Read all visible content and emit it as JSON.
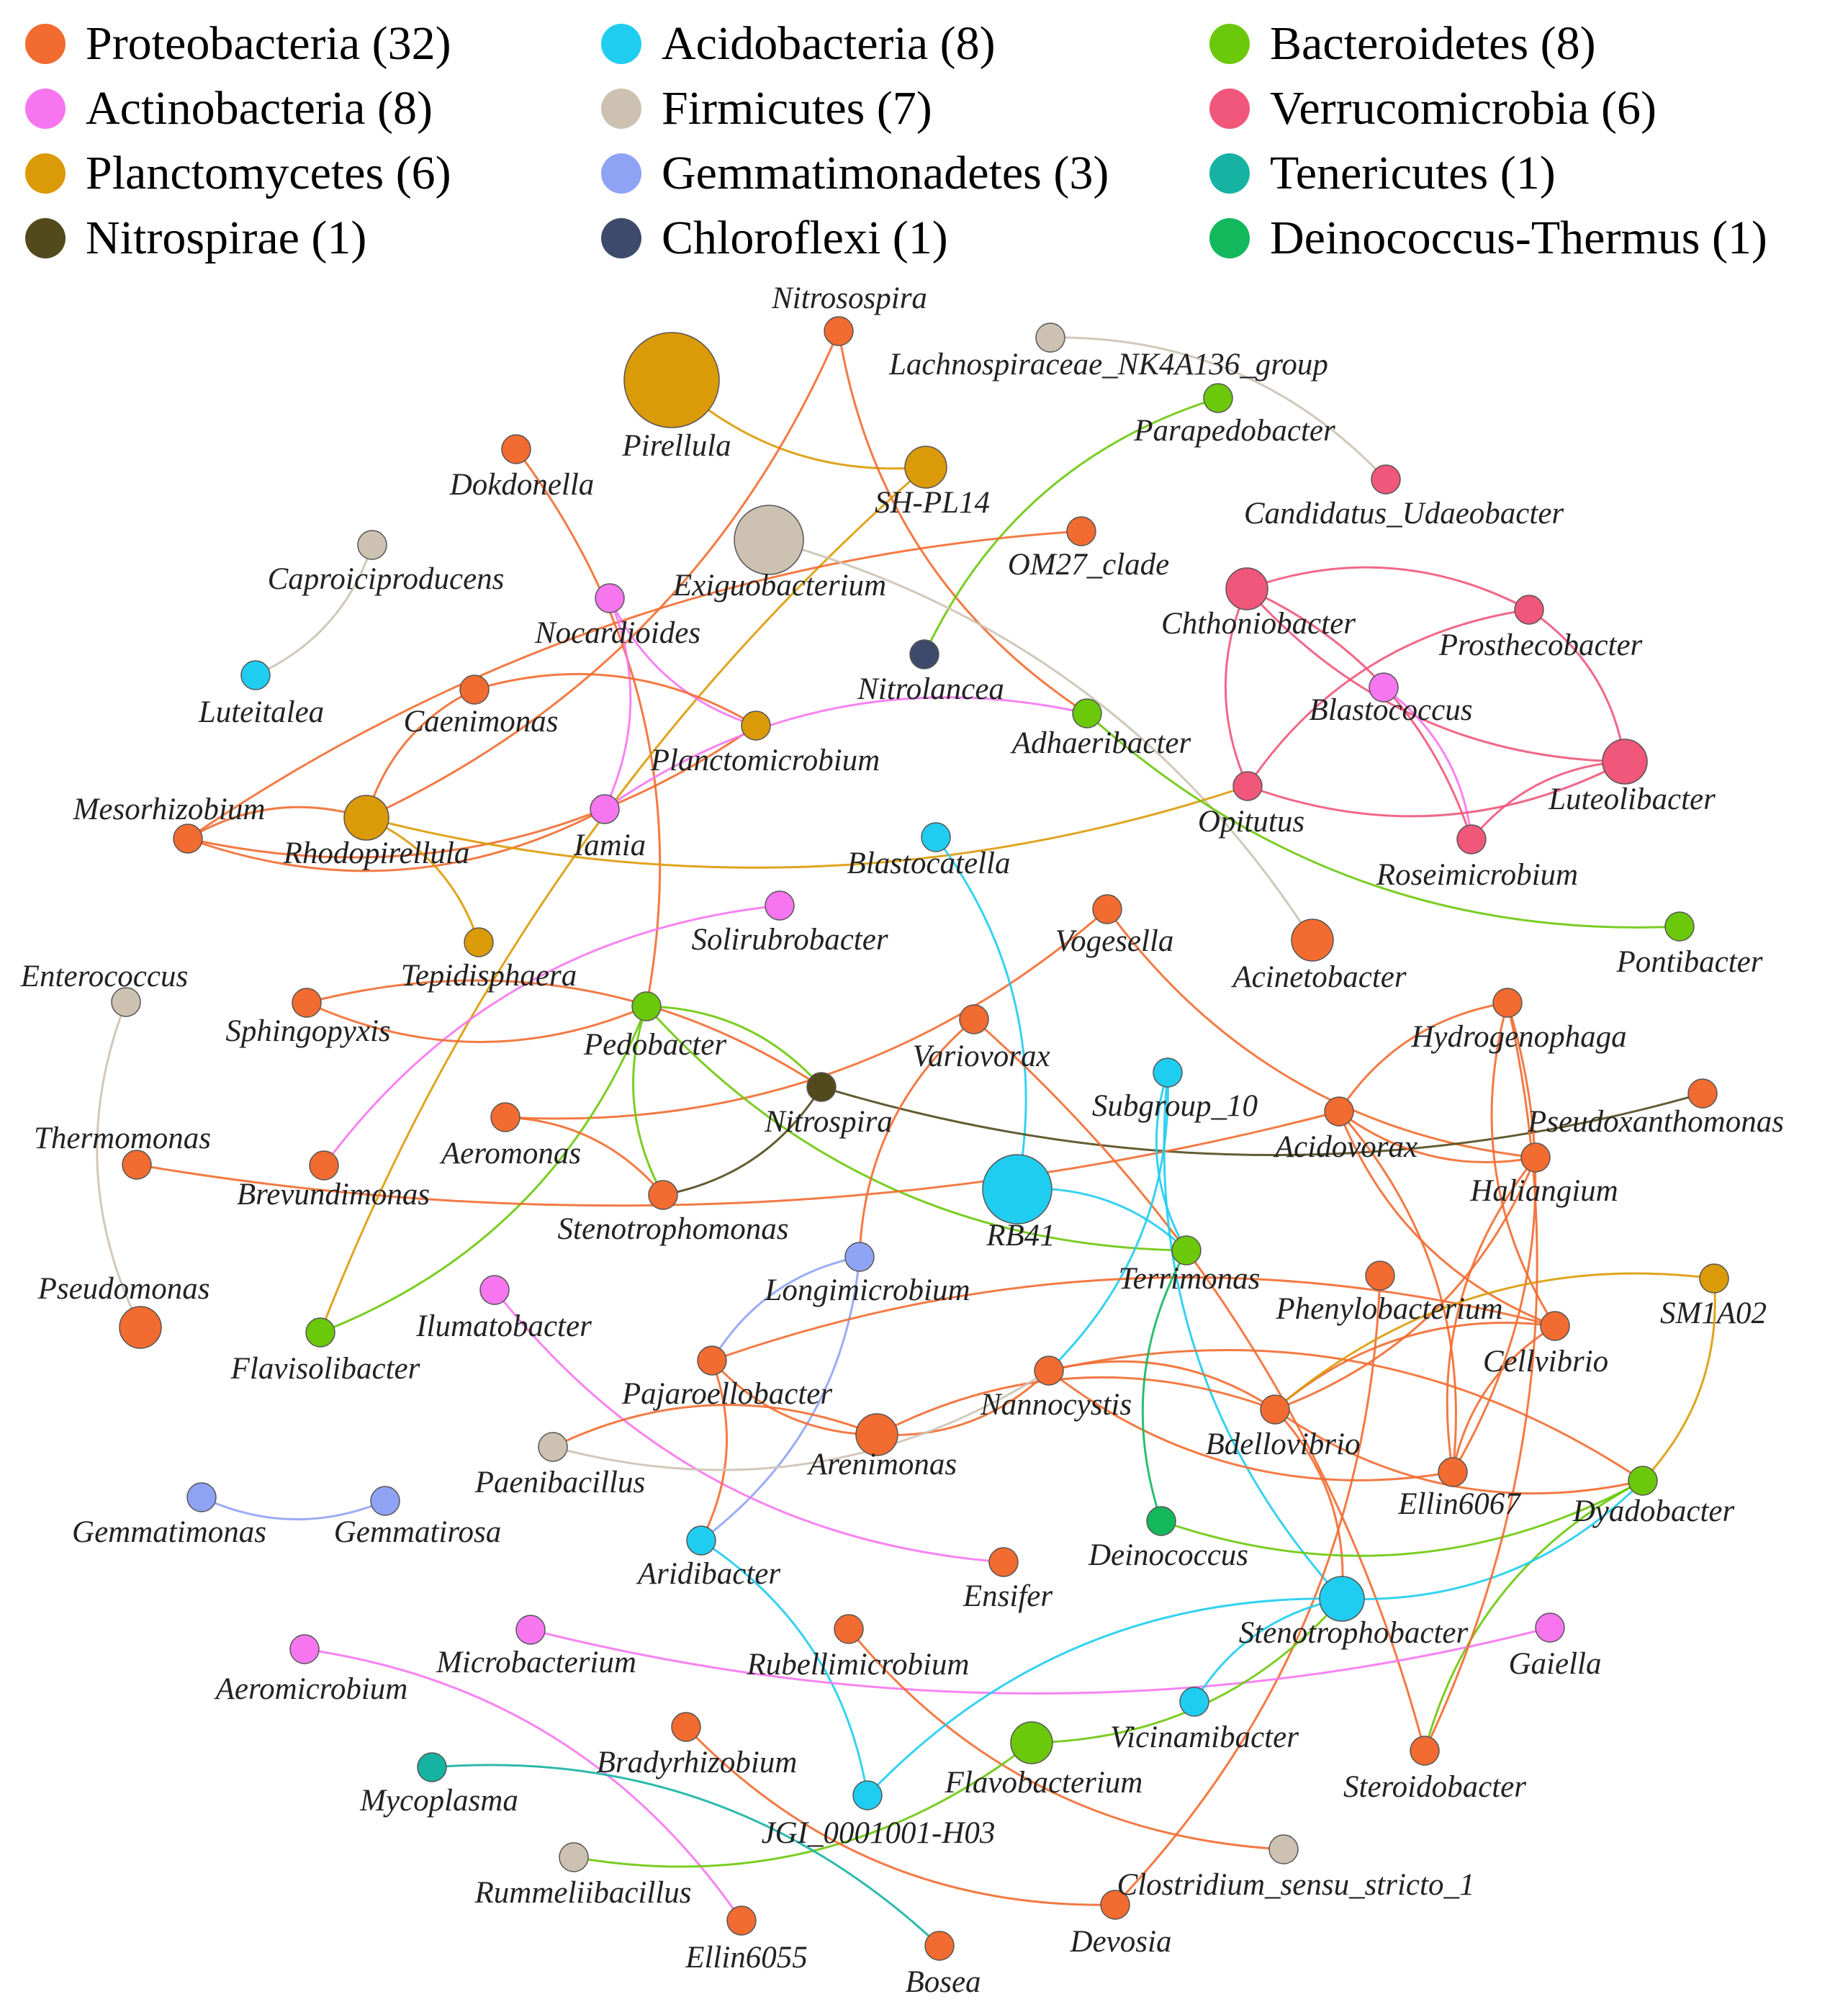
{
  "legend": [
    {
      "label": "Proteobacteria (32)",
      "color": "#F26B30"
    },
    {
      "label": "Acidobacteria (8)",
      "color": "#1FCDF0"
    },
    {
      "label": "Bacteroidetes (8)",
      "color": "#6BC80A"
    },
    {
      "label": "Actinobacteria (8)",
      "color": "#F776F0"
    },
    {
      "label": "Firmicutes (7)",
      "color": "#CDC2B2"
    },
    {
      "label": "Verrucomicrobia (6)",
      "color": "#F0577A"
    },
    {
      "label": "Planctomycetes (6)",
      "color": "#DB9A07"
    },
    {
      "label": "Gemmatimonadetes (3)",
      "color": "#8FA3F5"
    },
    {
      "label": "Tenericutes (1)",
      "color": "#16B3A3"
    },
    {
      "label": "Nitrospirae (1)",
      "color": "#524A1C"
    },
    {
      "label": "Chloroflexi (1)",
      "color": "#3D4A6B"
    },
    {
      "label": "Deinococcus-Thermus (1)",
      "color": "#14B85C"
    }
  ],
  "nodes": [
    {
      "id": "Nitrosospira",
      "label": "Nitrosospira",
      "group": "Proteobacteria",
      "size": "s"
    },
    {
      "id": "Lachnospiraceae",
      "label": "Lachnospiraceae_NK4A136_group",
      "group": "Firmicutes",
      "size": "s"
    },
    {
      "id": "Pirellula",
      "label": "Pirellula",
      "group": "Planctomycetes",
      "size": "xxl"
    },
    {
      "id": "Parapedobacter",
      "label": "Parapedobacter",
      "group": "Bacteroidetes",
      "size": "s"
    },
    {
      "id": "Dokdonella",
      "label": "Dokdonella",
      "group": "Proteobacteria",
      "size": "s"
    },
    {
      "id": "SH-PL14",
      "label": "SH-PL14",
      "group": "Planctomycetes",
      "size": "m"
    },
    {
      "id": "Candidatus_Udaeobacter",
      "label": "Candidatus_Udaeobacter",
      "group": "Verrucomicrobia",
      "size": "s"
    },
    {
      "id": "OM27_clade",
      "label": "OM27_clade",
      "group": "Proteobacteria",
      "size": "s"
    },
    {
      "id": "Caproiciproducens",
      "label": "Caproiciproducens",
      "group": "Firmicutes",
      "size": "s"
    },
    {
      "id": "Exiguobacterium",
      "label": "Exiguobacterium",
      "group": "Firmicutes",
      "size": "xl"
    },
    {
      "id": "Nocardioides",
      "label": "Nocardioides",
      "group": "Actinobacteria",
      "size": "s"
    },
    {
      "id": "Chthoniobacter",
      "label": "Chthoniobacter",
      "group": "Verrucomicrobia",
      "size": "m"
    },
    {
      "id": "Prosthecobacter",
      "label": "Prosthecobacter",
      "group": "Verrucomicrobia",
      "size": "s"
    },
    {
      "id": "Luteitalea",
      "label": "Luteitalea",
      "group": "Acidobacteria",
      "size": "s"
    },
    {
      "id": "Nitrolancea",
      "label": "Nitrolancea",
      "group": "Chloroflexi",
      "size": "s"
    },
    {
      "id": "Caenimonas",
      "label": "Caenimonas",
      "group": "Proteobacteria",
      "size": "s"
    },
    {
      "id": "Blastococcus",
      "label": "Blastococcus",
      "group": "Actinobacteria",
      "size": "s"
    },
    {
      "id": "Adhaeribacter",
      "label": "Adhaeribacter",
      "group": "Bacteroidetes",
      "size": "s"
    },
    {
      "id": "Planctomicrobium",
      "label": "Planctomicrobium",
      "group": "Planctomycetes",
      "size": "s"
    },
    {
      "id": "Luteolibacter",
      "label": "Luteolibacter",
      "group": "Verrucomicrobia",
      "size": "l"
    },
    {
      "id": "Mesorhizobium",
      "label": "Mesorhizobium",
      "group": "Proteobacteria",
      "size": "s"
    },
    {
      "id": "Rhodopirellula",
      "label": "Rhodopirellula",
      "group": "Planctomycetes",
      "size": "l"
    },
    {
      "id": "Iamia",
      "label": "Iamia",
      "group": "Actinobacteria",
      "size": "s"
    },
    {
      "id": "Opitutus",
      "label": "Opitutus",
      "group": "Verrucomicrobia",
      "size": "s"
    },
    {
      "id": "Blastocatella",
      "label": "Blastocatella",
      "group": "Acidobacteria",
      "size": "s"
    },
    {
      "id": "Roseimicrobium",
      "label": "Roseimicrobium",
      "group": "Verrucomicrobia",
      "size": "s"
    },
    {
      "id": "Solirubrobacter",
      "label": "Solirubrobacter",
      "group": "Actinobacteria",
      "size": "s"
    },
    {
      "id": "Vogesella",
      "label": "Vogesella",
      "group": "Proteobacteria",
      "size": "s"
    },
    {
      "id": "Pontibacter",
      "label": "Pontibacter",
      "group": "Bacteroidetes",
      "size": "s"
    },
    {
      "id": "Tepidisphaera",
      "label": "Tepidisphaera",
      "group": "Planctomycetes",
      "size": "s"
    },
    {
      "id": "Acinetobacter",
      "label": "Acinetobacter",
      "group": "Proteobacteria",
      "size": "m"
    },
    {
      "id": "Enterococcus",
      "label": "Enterococcus",
      "group": "Firmicutes",
      "size": "s"
    },
    {
      "id": "Sphingopyxis",
      "label": "Sphingopyxis",
      "group": "Proteobacteria",
      "size": "s"
    },
    {
      "id": "Pedobacter",
      "label": "Pedobacter",
      "group": "Bacteroidetes",
      "size": "s"
    },
    {
      "id": "Hydrogenophaga",
      "label": "Hydrogenophaga",
      "group": "Proteobacteria",
      "size": "s"
    },
    {
      "id": "Variovorax",
      "label": "Variovorax",
      "group": "Proteobacteria",
      "size": "s"
    },
    {
      "id": "Subgroup_10",
      "label": "Subgroup_10",
      "group": "Acidobacteria",
      "size": "s"
    },
    {
      "id": "Nitrospira",
      "label": "Nitrospira",
      "group": "Nitrospirae",
      "size": "s"
    },
    {
      "id": "Pseudoxanthomonas",
      "label": "Pseudoxanthomonas",
      "group": "Proteobacteria",
      "size": "s"
    },
    {
      "id": "Thermomonas",
      "label": "Thermomonas",
      "group": "Proteobacteria",
      "size": "s"
    },
    {
      "id": "Aeromonas",
      "label": "Aeromonas",
      "group": "Proteobacteria",
      "size": "s"
    },
    {
      "id": "Acidovorax",
      "label": "Acidovorax",
      "group": "Proteobacteria",
      "size": "s"
    },
    {
      "id": "Brevundimonas",
      "label": "Brevundimonas",
      "group": "Proteobacteria",
      "size": "s"
    },
    {
      "id": "Haliangium",
      "label": "Haliangium",
      "group": "Proteobacteria",
      "size": "s"
    },
    {
      "id": "RB41",
      "label": "RB41",
      "group": "Acidobacteria",
      "size": "xl"
    },
    {
      "id": "Stenotrophomonas",
      "label": "Stenotrophomonas",
      "group": "Proteobacteria",
      "size": "s"
    },
    {
      "id": "Terrimonas",
      "label": "Terrimonas",
      "group": "Bacteroidetes",
      "size": "s"
    },
    {
      "id": "Pseudomonas",
      "label": "Pseudomonas",
      "group": "Proteobacteria",
      "size": "m"
    },
    {
      "id": "Longimicrobium",
      "label": "Longimicrobium",
      "group": "Gemmatimonadetes",
      "size": "s"
    },
    {
      "id": "Phenylobacterium",
      "label": "Phenylobacterium",
      "group": "Proteobacteria",
      "size": "s"
    },
    {
      "id": "SM1A02",
      "label": "SM1A02",
      "group": "Planctomycetes",
      "size": "s"
    },
    {
      "id": "Ilumatobacter",
      "label": "Ilumatobacter",
      "group": "Actinobacteria",
      "size": "s"
    },
    {
      "id": "Flavisolibacter",
      "label": "Flavisolibacter",
      "group": "Bacteroidetes",
      "size": "s"
    },
    {
      "id": "Cellvibrio",
      "label": "Cellvibrio",
      "group": "Proteobacteria",
      "size": "s"
    },
    {
      "id": "Pajaroellobacter",
      "label": "Pajaroellobacter",
      "group": "Proteobacteria",
      "size": "s"
    },
    {
      "id": "Nannocystis",
      "label": "Nannocystis",
      "group": "Proteobacteria",
      "size": "s"
    },
    {
      "id": "Arenimonas",
      "label": "Arenimonas",
      "group": "Proteobacteria",
      "size": "m"
    },
    {
      "id": "Bdellovibrio",
      "label": "Bdellovibrio",
      "group": "Proteobacteria",
      "size": "s"
    },
    {
      "id": "Paenibacillus",
      "label": "Paenibacillus",
      "group": "Firmicutes",
      "size": "s"
    },
    {
      "id": "Ellin6067",
      "label": "Ellin6067",
      "group": "Proteobacteria",
      "size": "s"
    },
    {
      "id": "Dyadobacter",
      "label": "Dyadobacter",
      "group": "Bacteroidetes",
      "size": "s"
    },
    {
      "id": "Gemmatimonas",
      "label": "Gemmatimonas",
      "group": "Gemmatimonadetes",
      "size": "s"
    },
    {
      "id": "Gemmatirosa",
      "label": "Gemmatirosa",
      "group": "Gemmatimonadetes",
      "size": "s"
    },
    {
      "id": "Deinococcus",
      "label": "Deinococcus",
      "group": "Deinococcus-Thermus",
      "size": "s"
    },
    {
      "id": "Aridibacter",
      "label": "Aridibacter",
      "group": "Acidobacteria",
      "size": "s"
    },
    {
      "id": "Ensifer",
      "label": "Ensifer",
      "group": "Proteobacteria",
      "size": "s"
    },
    {
      "id": "Stenotrophobacter",
      "label": "Stenotrophobacter",
      "group": "Acidobacteria",
      "size": "l"
    },
    {
      "id": "Microbacterium",
      "label": "Microbacterium",
      "group": "Actinobacteria",
      "size": "s"
    },
    {
      "id": "Gaiella",
      "label": "Gaiella",
      "group": "Actinobacteria",
      "size": "s"
    },
    {
      "id": "Rubellimicrobium",
      "label": "Rubellimicrobium",
      "group": "Proteobacteria",
      "size": "s"
    },
    {
      "id": "Aeromicrobium",
      "label": "Aeromicrobium",
      "group": "Actinobacteria",
      "size": "s"
    },
    {
      "id": "Vicinamibacter",
      "label": "Vicinamibacter",
      "group": "Acidobacteria",
      "size": "s"
    },
    {
      "id": "Bradyrhizobium",
      "label": "Bradyrhizobium",
      "group": "Proteobacteria",
      "size": "s"
    },
    {
      "id": "Flavobacterium",
      "label": "Flavobacterium",
      "group": "Bacteroidetes",
      "size": "m"
    },
    {
      "id": "Steroidobacter",
      "label": "Steroidobacter",
      "group": "Proteobacteria",
      "size": "s"
    },
    {
      "id": "Mycoplasma",
      "label": "Mycoplasma",
      "group": "Tenericutes",
      "size": "s"
    },
    {
      "id": "JGI_0001001-H03",
      "label": "JGI_0001001-H03",
      "group": "Acidobacteria",
      "size": "s"
    },
    {
      "id": "Rummeliibacillus",
      "label": "Rummeliibacillus",
      "group": "Firmicutes",
      "size": "s"
    },
    {
      "id": "Clostridium",
      "label": "Clostridium_sensu_stricto_1",
      "group": "Firmicutes",
      "size": "s"
    },
    {
      "id": "Ellin6055",
      "label": "Ellin6055",
      "group": "Proteobacteria",
      "size": "s"
    },
    {
      "id": "Devosia",
      "label": "Devosia",
      "group": "Proteobacteria",
      "size": "s"
    },
    {
      "id": "Bosea",
      "label": "Bosea",
      "group": "Proteobacteria",
      "size": "s"
    }
  ],
  "edges": [
    [
      "Pirellula",
      "SH-PL14"
    ],
    [
      "Nitrosospira",
      "Rhodopirellula"
    ],
    [
      "Nitrosospira",
      "Adhaeribacter"
    ],
    [
      "Lachnospiraceae",
      "Candidatus_Udaeobacter"
    ],
    [
      "Parapedobacter",
      "Nitrolancea"
    ],
    [
      "Dokdonella",
      "Pedobacter"
    ],
    [
      "SH-PL14",
      "Flavisolibacter"
    ],
    [
      "Caproiciproducens",
      "Luteitalea"
    ],
    [
      "OM27_clade",
      "Mesorhizobium"
    ],
    [
      "Exiguobacterium",
      "Acinetobacter"
    ],
    [
      "Nocardioides",
      "Planctomicrobium"
    ],
    [
      "Nocardioides",
      "Iamia"
    ],
    [
      "Caenimonas",
      "Rhodopirellula"
    ],
    [
      "Caenimonas",
      "Planctomicrobium"
    ],
    [
      "Mesorhizobium",
      "Planctomicrobium"
    ],
    [
      "Mesorhizobium",
      "Rhodopirellula"
    ],
    [
      "Mesorhizobium",
      "Iamia"
    ],
    [
      "Rhodopirellula",
      "Tepidisphaera"
    ],
    [
      "Rhodopirellula",
      "Opitutus"
    ],
    [
      "Iamia",
      "Adhaeribacter"
    ],
    [
      "Adhaeribacter",
      "Pontibacter"
    ],
    [
      "Chthoniobacter",
      "Prosthecobacter"
    ],
    [
      "Chthoniobacter",
      "Luteolibacter"
    ],
    [
      "Chthoniobacter",
      "Roseimicrobium"
    ],
    [
      "Chthoniobacter",
      "Opitutus"
    ],
    [
      "Prosthecobacter",
      "Luteolibacter"
    ],
    [
      "Prosthecobacter",
      "Opitutus"
    ],
    [
      "Blastococcus",
      "Roseimicrobium"
    ],
    [
      "Opitutus",
      "Luteolibacter"
    ],
    [
      "Roseimicrobium",
      "Luteolibacter"
    ],
    [
      "Solirubrobacter",
      "Brevundimonas"
    ],
    [
      "Vogesella",
      "Aeromonas"
    ],
    [
      "Vogesella",
      "Haliangium"
    ],
    [
      "Blastocatella",
      "RB41"
    ],
    [
      "Enterococcus",
      "Pseudomonas"
    ],
    [
      "Sphingopyxis",
      "Nitrospira"
    ],
    [
      "Sphingopyxis",
      "Pedobacter"
    ],
    [
      "Pedobacter",
      "Nitrospira"
    ],
    [
      "Pedobacter",
      "Stenotrophomonas"
    ],
    [
      "Pedobacter",
      "Flavisolibacter"
    ],
    [
      "Pedobacter",
      "Terrimonas"
    ],
    [
      "Nitrospira",
      "Stenotrophomonas"
    ],
    [
      "Nitrospira",
      "Pseudoxanthomonas"
    ],
    [
      "Aeromonas",
      "Stenotrophomonas"
    ],
    [
      "Thermomonas",
      "Acidovorax"
    ],
    [
      "Acidovorax",
      "Hydrogenophaga"
    ],
    [
      "Acidovorax",
      "Haliangium"
    ],
    [
      "Acidovorax",
      "Ellin6067"
    ],
    [
      "Acidovorax",
      "Cellvibrio"
    ],
    [
      "Hydrogenophaga",
      "Ellin6067"
    ],
    [
      "Hydrogenophaga",
      "Cellvibrio"
    ],
    [
      "Haliangium",
      "Bdellovibrio"
    ],
    [
      "Haliangium",
      "Ellin6067"
    ],
    [
      "RB41",
      "Terrimonas"
    ],
    [
      "Variovorax",
      "Longimicrobium"
    ],
    [
      "Variovorax",
      "Steroidobacter"
    ],
    [
      "Subgroup_10",
      "Terrimonas"
    ],
    [
      "Subgroup_10",
      "Nannocystis"
    ],
    [
      "Subgroup_10",
      "Stenotrophobacter"
    ],
    [
      "Longimicrobium",
      "Aridibacter"
    ],
    [
      "Longimicrobium",
      "Pajaroellobacter"
    ],
    [
      "Phenylobacterium",
      "Devosia"
    ],
    [
      "Ilumatobacter",
      "Ensifer"
    ],
    [
      "Pajaroellobacter",
      "Cellvibrio"
    ],
    [
      "Pajaroellobacter",
      "Arenimonas"
    ],
    [
      "Pajaroellobacter",
      "Aridibacter"
    ],
    [
      "Arenimonas",
      "Nannocystis"
    ],
    [
      "Arenimonas",
      "Bdellovibrio"
    ],
    [
      "Arenimonas",
      "Paenibacillus"
    ],
    [
      "Nannocystis",
      "Bdellovibrio"
    ],
    [
      "Nannocystis",
      "Ellin6067"
    ],
    [
      "Nannocystis",
      "Dyadobacter"
    ],
    [
      "Paenibacillus",
      "Nannocystis"
    ],
    [
      "Bdellovibrio",
      "Stenotrophobacter"
    ],
    [
      "Bdellovibrio",
      "Dyadobacter"
    ],
    [
      "Bdellovibrio",
      "Cellvibrio"
    ],
    [
      "Cellvibrio",
      "Ellin6067"
    ],
    [
      "SM1A02",
      "Dyadobacter"
    ],
    [
      "SM1A02",
      "Bdellovibrio"
    ],
    [
      "Dyadobacter",
      "Deinococcus"
    ],
    [
      "Dyadobacter",
      "Steroidobacter"
    ],
    [
      "Deinococcus",
      "Terrimonas"
    ],
    [
      "Gemmatimonas",
      "Gemmatirosa"
    ],
    [
      "Aridibacter",
      "JGI_0001001-H03"
    ],
    [
      "Microbacterium",
      "Gaiella"
    ],
    [
      "Aeromicrobium",
      "Ellin6055"
    ],
    [
      "Rubellimicrobium",
      "Clostridium"
    ],
    [
      "Vicinamibacter",
      "Stenotrophobacter"
    ],
    [
      "Stenotrophobacter",
      "Dyadobacter"
    ],
    [
      "Flavobacterium",
      "Rummeliibacillus"
    ],
    [
      "Flavobacterium",
      "Stenotrophobacter"
    ],
    [
      "Mycoplasma",
      "Bosea"
    ],
    [
      "Bradyrhizobium",
      "Devosia"
    ],
    [
      "JGI_0001001-H03",
      "Stenotrophobacter"
    ],
    [
      "Steroidobacter",
      "Hydrogenophaga"
    ]
  ]
}
